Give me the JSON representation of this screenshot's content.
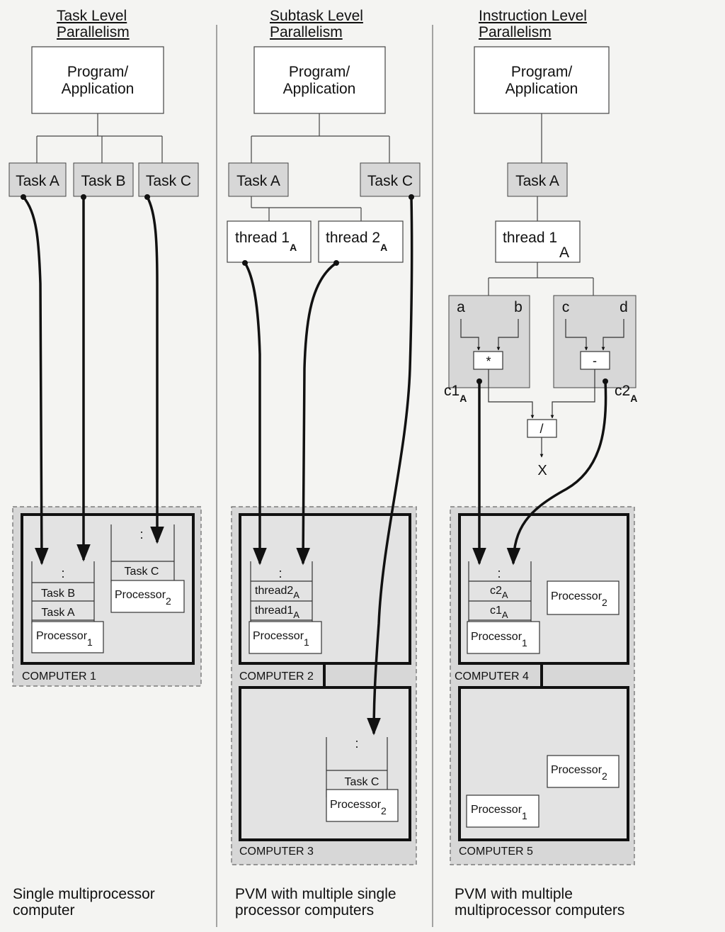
{
  "columns": [
    {
      "header": [
        "Task Level",
        "Parallelism"
      ],
      "program": [
        "Program/",
        "Application"
      ],
      "tasks": [
        "Task A",
        "Task B",
        "Task C"
      ],
      "computers": [
        {
          "name": "COMPUTER 1",
          "stacks": [
            {
              "items": [
                ":",
                "Task B",
                "Task A"
              ],
              "processor": "Processor",
              "sub": "1"
            },
            {
              "items": [
                ":",
                "Task C"
              ],
              "processor": "Processor",
              "sub": "2"
            }
          ]
        }
      ],
      "caption": [
        "Single multiprocessor",
        "computer"
      ]
    },
    {
      "header": [
        "Subtask Level",
        "Parallelism"
      ],
      "program": [
        "Program/",
        "Application"
      ],
      "tasks": [
        "Task A",
        "Task C"
      ],
      "threads": [
        {
          "label": "thread 1",
          "sub": "A"
        },
        {
          "label": "thread 2",
          "sub": "A"
        }
      ],
      "computers": [
        {
          "name": "COMPUTER 2",
          "stacks": [
            {
              "items": [
                ":",
                "thread2",
                "thread1"
              ],
              "item_subs": [
                "",
                "A",
                "A"
              ],
              "processor": "Processor",
              "sub": "1"
            }
          ]
        },
        {
          "name": "COMPUTER 3",
          "stacks": [
            {
              "items": [
                ":",
                "Task C"
              ],
              "processor": "Processor",
              "sub": "2"
            }
          ]
        }
      ],
      "caption": [
        "PVM with multiple single",
        "processor computers"
      ]
    },
    {
      "header": [
        "Instruction Level",
        "Parallelism"
      ],
      "program": [
        "Program/",
        "Application"
      ],
      "tasks": [
        "Task A"
      ],
      "threads": [
        {
          "label": "thread 1",
          "sub": "A"
        }
      ],
      "operands": [
        "a",
        "b",
        "c",
        "d"
      ],
      "operators": [
        "*",
        "-",
        "/"
      ],
      "intermediates": [
        {
          "label": "c1",
          "sub": "A"
        },
        {
          "label": "c2",
          "sub": "A"
        }
      ],
      "result": "X",
      "computers": [
        {
          "name": "COMPUTER 4",
          "stacks": [
            {
              "items": [
                ":",
                "c2",
                "c1"
              ],
              "item_subs": [
                "",
                "A",
                "A"
              ],
              "processor": "Processor",
              "sub": "1"
            },
            {
              "items": [],
              "processor": "Processor",
              "sub": "2"
            }
          ]
        },
        {
          "name": "COMPUTER 5",
          "stacks": [
            {
              "items": [],
              "processor": "Processor",
              "sub": "2"
            },
            {
              "items": [],
              "processor": "Processor",
              "sub": "1"
            }
          ]
        }
      ],
      "caption": [
        "PVM with multiple",
        "multiprocessor computers"
      ]
    }
  ],
  "colors": {
    "background": "#f4f4f2",
    "shaded": "#d7d7d7",
    "frame_bg": "#e3e3e3",
    "ink": "#111111",
    "box_fill": "#ffffff"
  }
}
